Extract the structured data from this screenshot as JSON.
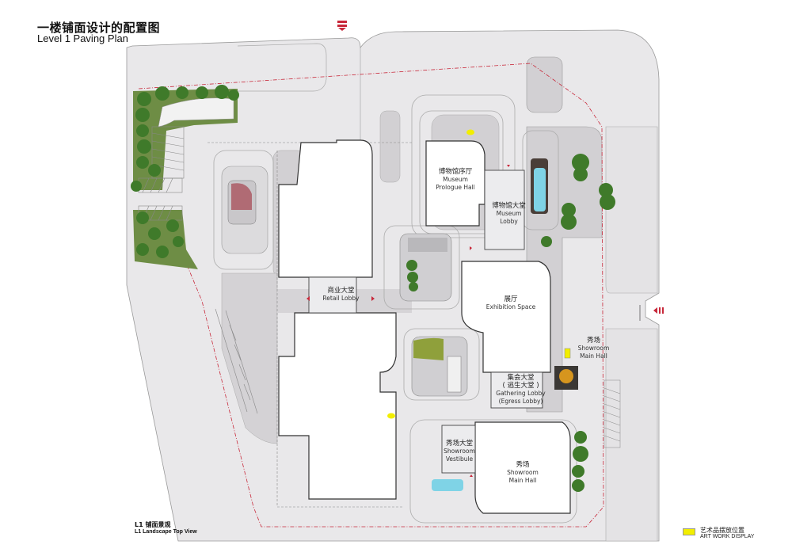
{
  "header": {
    "title_cn": "一楼铺面设计的配置图",
    "title_en": "Level 1 Paving Plan"
  },
  "spaces": [
    {
      "id": "museum-prologue-hall",
      "cn": "博物馆序厅",
      "en1": "Museum",
      "en2": "Prologue Hall"
    },
    {
      "id": "museum-lobby",
      "cn": "博物馆大堂",
      "en1": "Museum",
      "en2": "Lobby"
    },
    {
      "id": "retail-lobby",
      "cn": "商业大堂",
      "en1": "Retail Lobby",
      "en2": ""
    },
    {
      "id": "exhibition-space",
      "cn": "展厅",
      "en1": "Exhibition Space",
      "en2": ""
    },
    {
      "id": "showroom-main-hall-east",
      "cn": "秀场",
      "en1": "Showroom",
      "en2": "Main Hall"
    },
    {
      "id": "gathering-lobby",
      "cn": "集会大堂",
      "cn2": "( 逃生大堂 )",
      "en1": "Gathering Lobby",
      "en2": "(Egress Lobby)"
    },
    {
      "id": "showroom-vestibule",
      "cn": "秀场大堂",
      "en1": "Showroom",
      "en2": "Vestibule"
    },
    {
      "id": "showroom-main-hall",
      "cn": "秀场",
      "en1": "Showroom",
      "en2": "Main Hall"
    }
  ],
  "caption": {
    "cn": "L1 铺面景观",
    "en": "L1 Landscape Top View"
  },
  "legend": {
    "items": [
      {
        "cn": "艺术品摆放位置",
        "en": "ART WORK DISPLAY",
        "color": "#f2ee00"
      }
    ]
  },
  "colors": {
    "paving": "#e9e8ea",
    "dark_paving": "#cfcdd0",
    "building": "#ffffff",
    "outline": "#333333",
    "boundary": "#c8283a",
    "tree": "#3f7a2a",
    "water": "#7fd3e6",
    "artwork": "#f2ee00"
  },
  "entry_markers": [
    {
      "id": "north-entry",
      "direction": "down"
    },
    {
      "id": "east-entry",
      "direction": "left"
    }
  ]
}
